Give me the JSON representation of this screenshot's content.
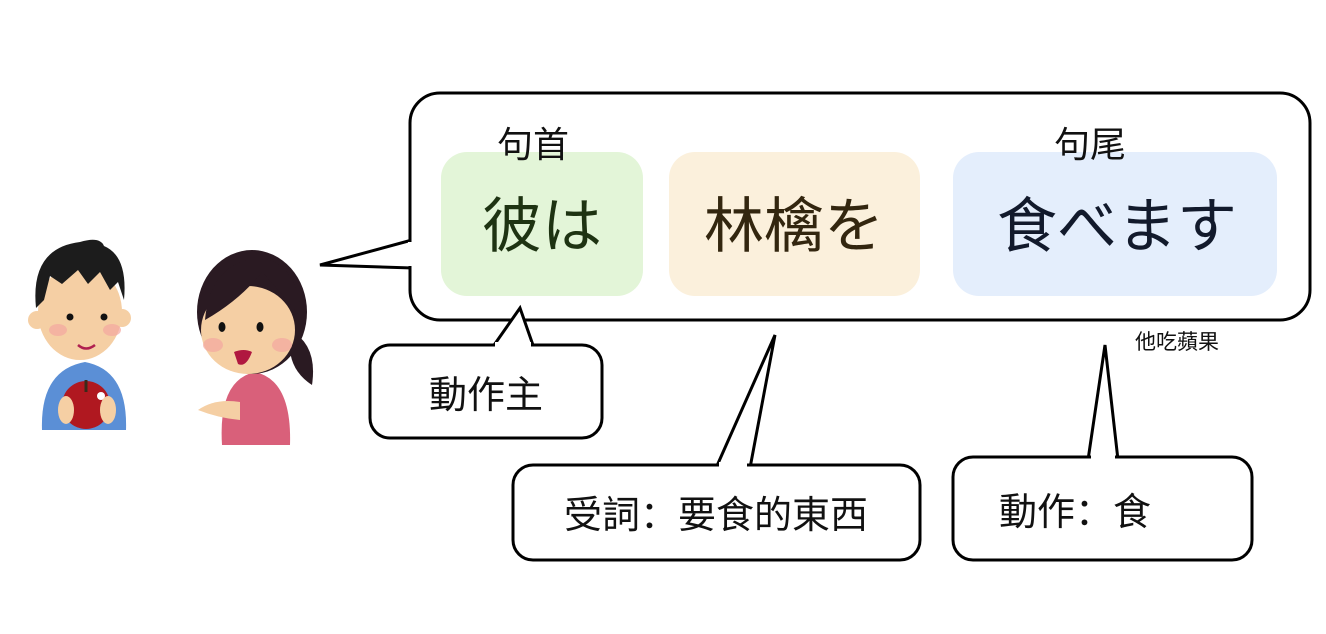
{
  "bubble": {
    "head_label": "句首",
    "tail_label": "句尾",
    "words": [
      {
        "text": "彼は",
        "color": "#e3f5d8",
        "text_color": "#1e3312"
      },
      {
        "text": "林檎を",
        "color": "#fbf0dc",
        "text_color": "#33260f"
      },
      {
        "text": "食べます",
        "color": "#e4eefc",
        "text_color": "#121a2c"
      }
    ]
  },
  "translation": "他吃蘋果",
  "callouts": {
    "agent": "動作主",
    "object": "受詞：要食的東西",
    "action": "動作：食"
  },
  "colors": {
    "stroke": "#000000",
    "boy_shirt": "#5b8fd6",
    "girl_shirt": "#d9607a",
    "apple": "#b01820"
  }
}
